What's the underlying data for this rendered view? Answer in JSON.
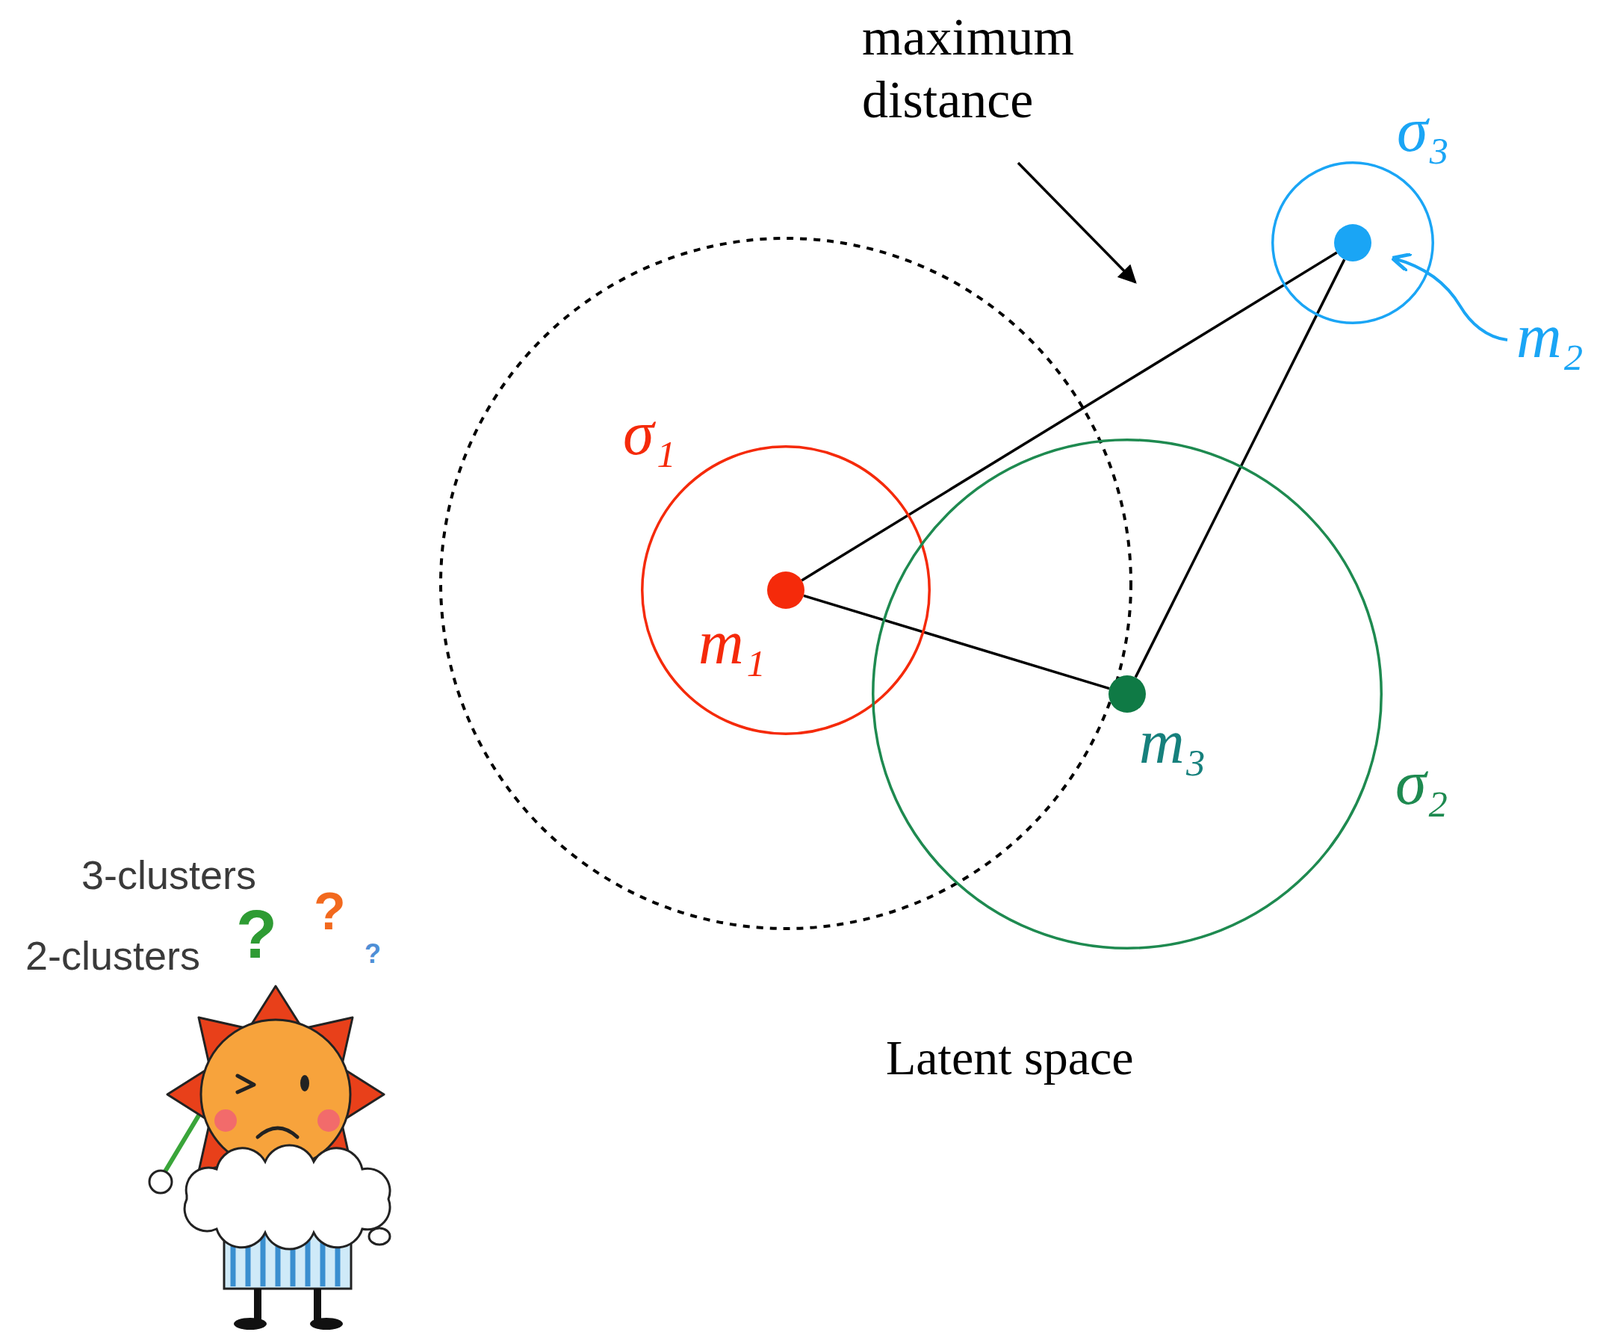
{
  "diagram": {
    "nodes": [
      {
        "text": [
          "σ₁"
        ]
      },
      {
        "text": [
          "m₁"
        ],
        "in": 0
      },
      {
        "text": [
          "σ₃"
        ]
      },
      {
        "text": [
          "m₂"
        ],
        "in": 2
      },
      {
        "text": [
          "σ₂"
        ]
      },
      {
        "text": [
          "m₃"
        ],
        "in": 4
      }
    ],
    "edges": [
      {
        "from": 1,
        "to": 3,
        "arrow": "none"
      },
      {
        "from": 1,
        "to": 5,
        "arrow": "none"
      },
      {
        "from": 5,
        "to": 3,
        "arrow": "none"
      }
    ],
    "labels": [
      "maximum distance",
      "Latent space",
      "3-clusters",
      "2-clusters",
      "?",
      "?",
      "?"
    ]
  }
}
